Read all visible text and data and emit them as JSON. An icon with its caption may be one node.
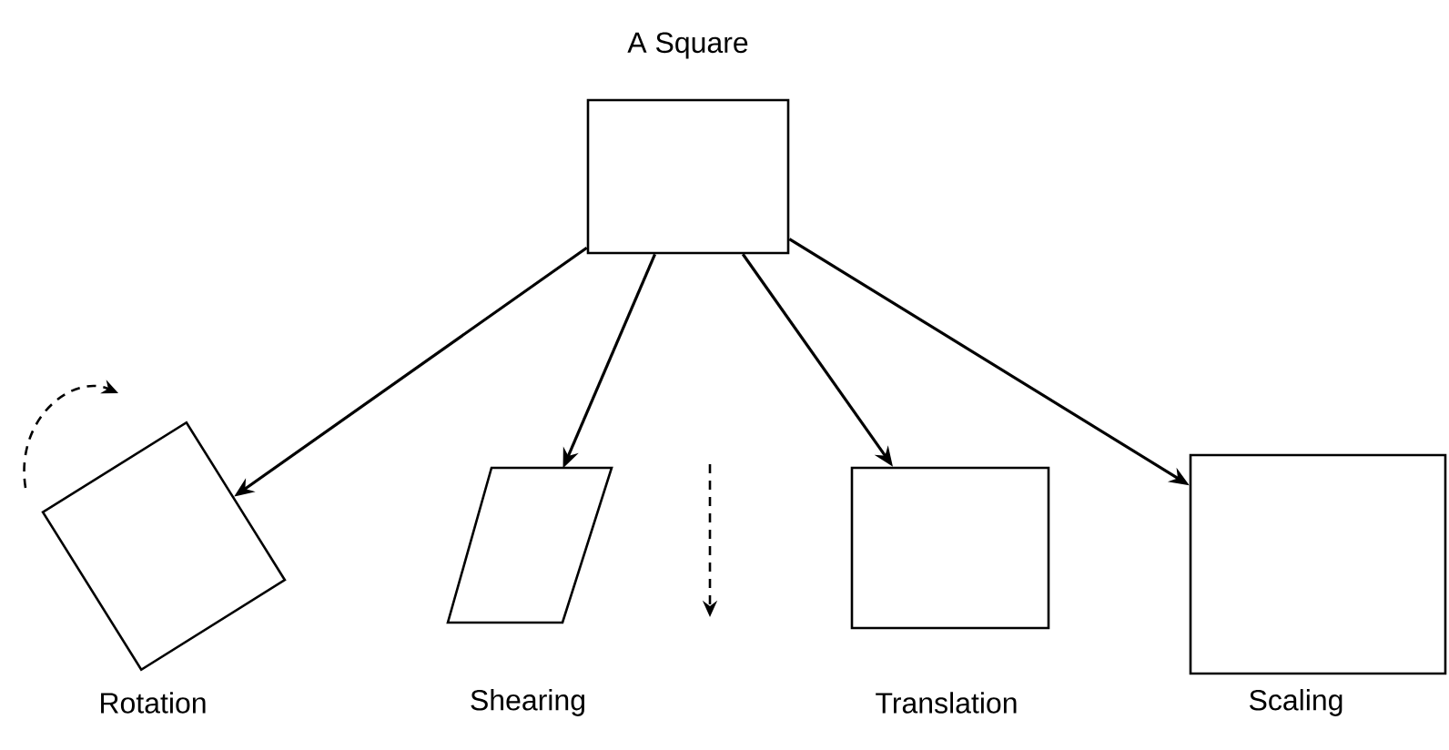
{
  "diagram": {
    "nodes": [
      {
        "text": [
          "A Square"
        ]
      },
      {
        "text": [
          "Rotation"
        ]
      },
      {
        "text": [
          "Shearing"
        ]
      },
      {
        "text": [
          "Translation"
        ]
      },
      {
        "text": [
          "Scaling"
        ]
      }
    ],
    "edges": [
      {
        "from": 0,
        "to": 1,
        "arrow": "to"
      },
      {
        "from": 0,
        "to": 2,
        "arrow": "to"
      },
      {
        "from": 0,
        "to": 3,
        "arrow": "to"
      },
      {
        "from": 0,
        "to": 4,
        "arrow": "to"
      }
    ]
  }
}
